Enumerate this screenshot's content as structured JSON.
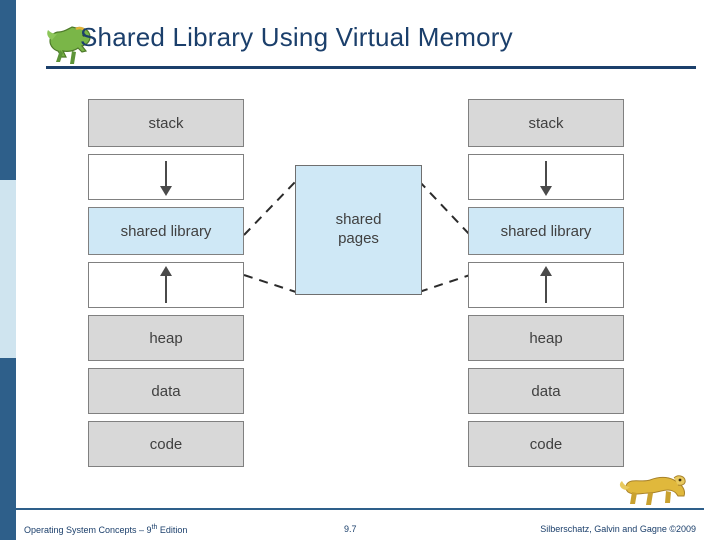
{
  "slide": {
    "title": "Shared Library Using Virtual Memory",
    "logo_icon": "dinosaur-logo-icon",
    "accent_color": "#1b3f6b",
    "shared_fill_color": "#cfe8f6",
    "cell_fill_color": "#d8d8d8"
  },
  "diagram": {
    "left_process": {
      "name": "left-process-memory-map",
      "cells": [
        {
          "label": "stack",
          "type": "block"
        },
        {
          "label": "",
          "type": "arrow-down"
        },
        {
          "label": "shared library",
          "type": "shared"
        },
        {
          "label": "",
          "type": "arrow-up"
        },
        {
          "label": "heap",
          "type": "block"
        },
        {
          "label": "data",
          "type": "block"
        },
        {
          "label": "code",
          "type": "block"
        }
      ]
    },
    "right_process": {
      "name": "right-process-memory-map",
      "cells": [
        {
          "label": "stack",
          "type": "block"
        },
        {
          "label": "",
          "type": "arrow-down"
        },
        {
          "label": "shared library",
          "type": "shared"
        },
        {
          "label": "",
          "type": "arrow-up"
        },
        {
          "label": "heap",
          "type": "block"
        },
        {
          "label": "data",
          "type": "block"
        },
        {
          "label": "code",
          "type": "block"
        }
      ]
    },
    "shared_pages": {
      "line1": "shared",
      "line2": "pages"
    }
  },
  "footer": {
    "left_text": "Operating System Concepts – 9",
    "left_sup": "th",
    "left_text_tail": " Edition",
    "page_number": "9.7",
    "right_text": "Silberschatz, Galvin and Gagne ©2009",
    "dino_icon": "dinosaur-logo-icon"
  }
}
